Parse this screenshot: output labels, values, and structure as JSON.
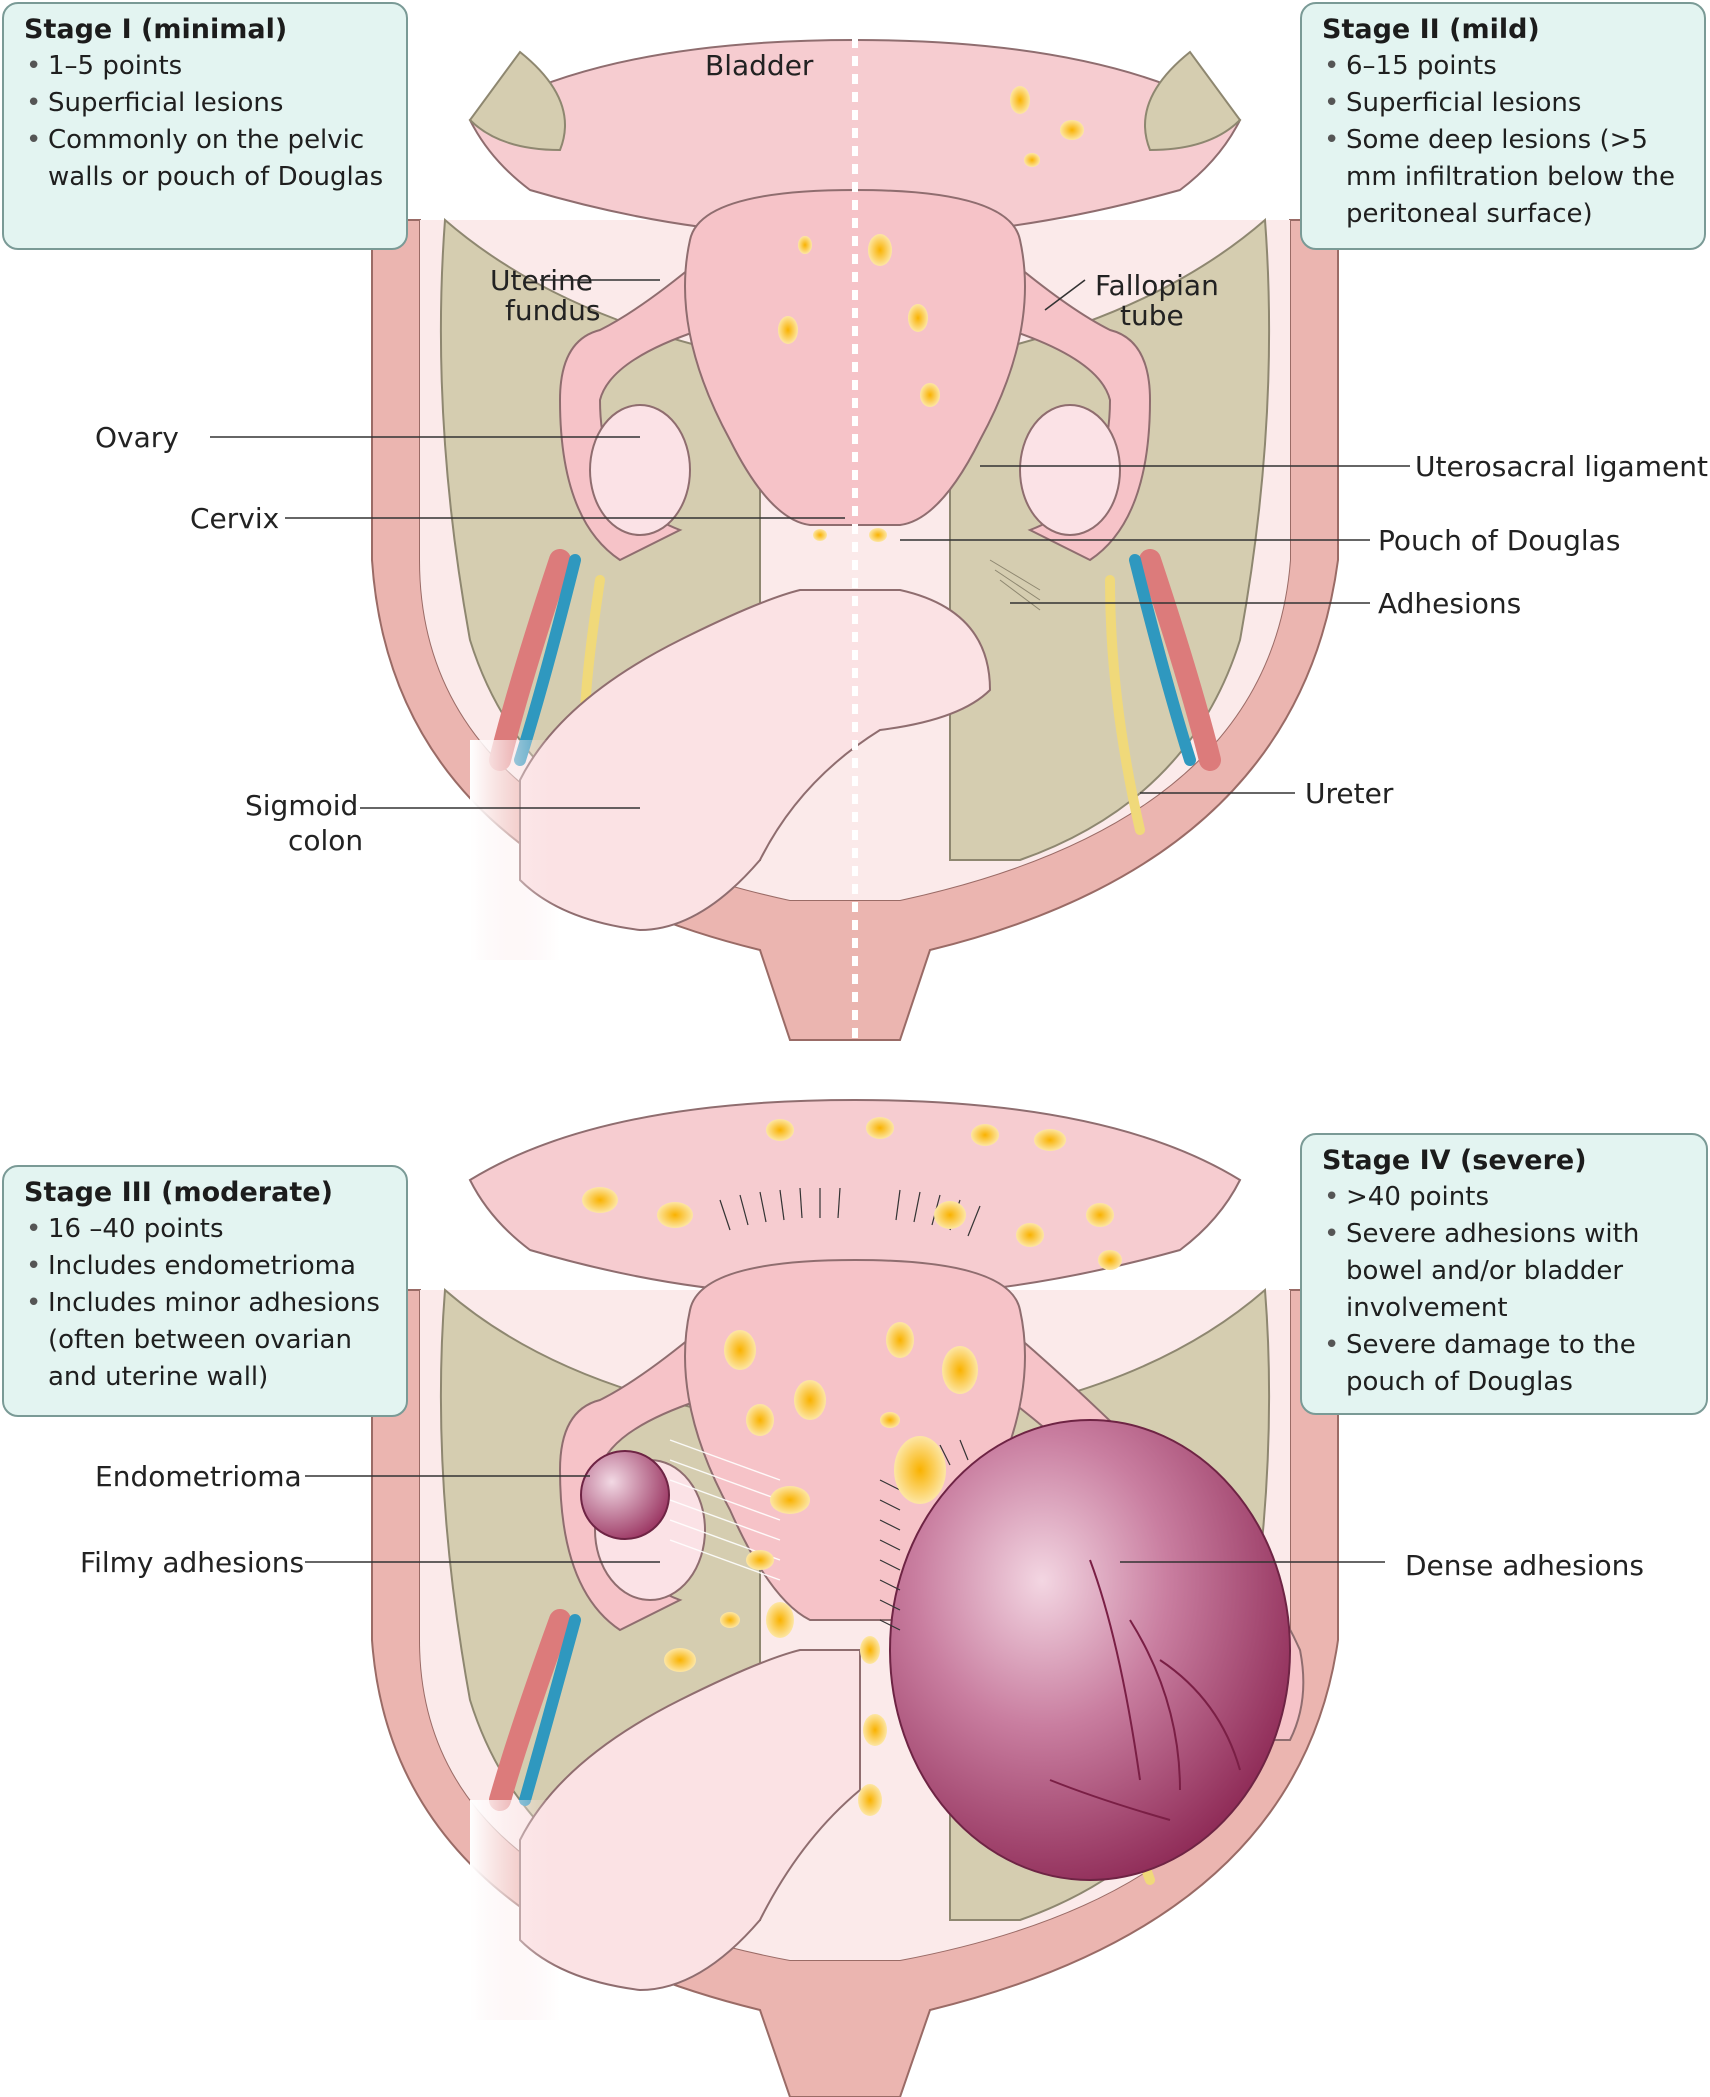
{
  "boxes": {
    "stage1": {
      "title": "Stage I (minimal)",
      "items": [
        "1–5 points",
        "Superficial lesions",
        "Commonly on the pelvic walls or pouch of Douglas"
      ]
    },
    "stage2": {
      "title": "Stage II (mild)",
      "items": [
        "6–15 points",
        "Superficial lesions",
        "Some deep lesions (>5 mm infiltration below the peritoneal surface)"
      ]
    },
    "stage3": {
      "title": "Stage III (moderate)",
      "items": [
        "16 –40 points",
        "Includes endometrioma",
        "Includes minor adhesions (often between ovarian and uterine wall)"
      ]
    },
    "stage4": {
      "title": "Stage IV (severe)",
      "items": [
        ">40 points",
        "Severe adhesions with bowel and/or bladder involvement",
        "Severe damage to the pouch of Douglas"
      ]
    }
  },
  "labels": {
    "bladder": "Bladder",
    "uterine_fundus_1": "Uterine",
    "uterine_fundus_2": "fundus",
    "fallopian_tube_1": "Fallopian",
    "fallopian_tube_2": "tube",
    "ovary": "Ovary",
    "cervix": "Cervix",
    "uterosacral_ligament": "Uterosacral ligament",
    "pouch_of_douglas": "Pouch of Douglas",
    "adhesions": "Adhesions",
    "ureter": "Ureter",
    "sigmoid_colon_1": "Sigmoid",
    "sigmoid_colon_2": "colon",
    "endometrioma": "Endometrioma",
    "filmy_adhesions": "Filmy adhesions",
    "dense_adhesions": "Dense adhesions"
  },
  "colors": {
    "box_fill": "#e3f4f1",
    "pelvic_wall": "#ebb5b0",
    "peritoneum": "#d5cdb0",
    "uterus": "#f6c3c8",
    "lesion": "#f6b418",
    "endometrioma": "#a43d68",
    "artery": "#dc7b7b",
    "vein": "#2f98bf",
    "ureter": "#f0d97a"
  }
}
